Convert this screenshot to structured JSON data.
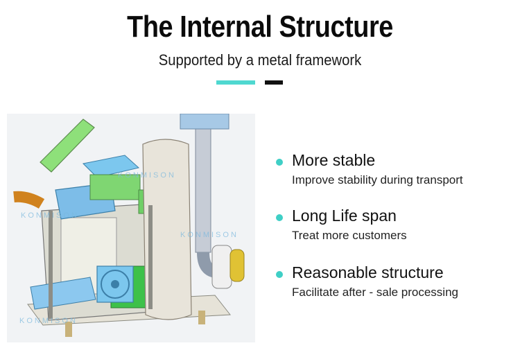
{
  "header": {
    "title": "The Internal Structure",
    "subtitle": "Supported by a metal framework"
  },
  "colors": {
    "accent": "#4fd8d0",
    "dark": "#111111",
    "bullet": "#3fcfc6"
  },
  "figure": {
    "watermark": "KONMISON"
  },
  "features": [
    {
      "title": "More stable",
      "description": "Improve stability during transport"
    },
    {
      "title": "Long Life span",
      "description": "Treat more customers"
    },
    {
      "title": "Reasonable structure",
      "description": "Facilitate after - sale processing"
    }
  ]
}
